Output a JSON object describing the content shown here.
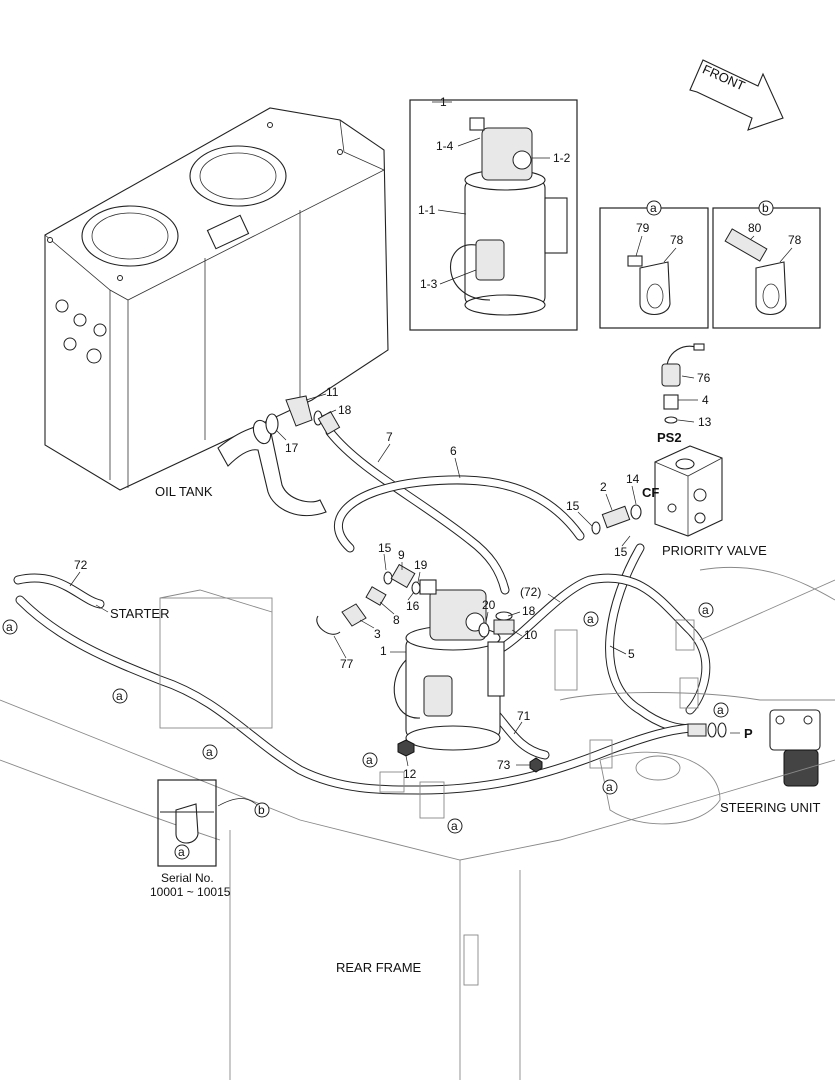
{
  "labels": {
    "front": "FRONT",
    "oil_tank": "OIL TANK",
    "starter": "STARTER",
    "priority_valve": "PRIORITY VALVE",
    "steering_unit": "STEERING UNIT",
    "rear_frame": "REAR FRAME",
    "serial_no": "Serial No.",
    "serial_range": "10001 ~ 10015",
    "ps2": "PS2",
    "cf": "CF",
    "p": "P"
  },
  "callouts": {
    "n1": "1",
    "n1_1": "1-1",
    "n1_2": "1-2",
    "n1_3": "1-3",
    "n1_4": "1-4",
    "n2": "2",
    "n3": "3",
    "n4": "4",
    "n5": "5",
    "n6": "6",
    "n7": "7",
    "n8": "8",
    "n9": "9",
    "n10": "10",
    "n11": "11",
    "n12": "12",
    "n13": "13",
    "n14": "14",
    "n15a": "15",
    "n15b": "15",
    "n15c": "15",
    "n16": "16",
    "n17": "17",
    "n18a": "18",
    "n18b": "18",
    "n19": "19",
    "n20": "20",
    "n71": "71",
    "n72": "72",
    "n72p": "(72)",
    "n73": "73",
    "n76": "76",
    "n77": "77",
    "n78a": "78",
    "n78b": "78",
    "n79": "79",
    "n80": "80",
    "main1": "1"
  },
  "markers": {
    "a": "a",
    "b": "b"
  }
}
